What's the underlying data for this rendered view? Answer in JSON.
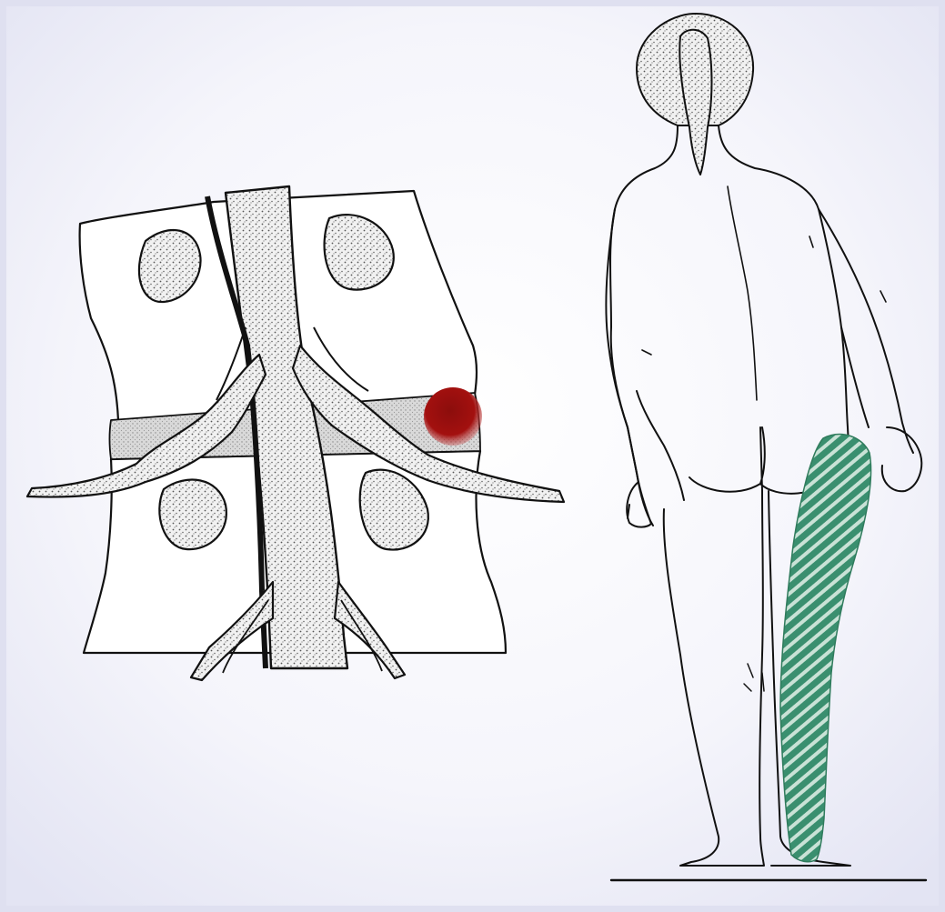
{
  "figure": {
    "panels": [
      {
        "id": "spine",
        "content": "lumbar-vertebrae-with-nerve-roots"
      },
      {
        "id": "body",
        "content": "human-figure-rear-view"
      }
    ],
    "colors": {
      "background": "#e9eaf6",
      "paper": "#ffffff",
      "line": "#111111",
      "stipple": "#8a8a8a",
      "lesion": "#a3100f",
      "pain_area": "#2f8a68"
    },
    "icons": [
      "herniated-disc-marker",
      "pain-distribution-hatching"
    ]
  }
}
